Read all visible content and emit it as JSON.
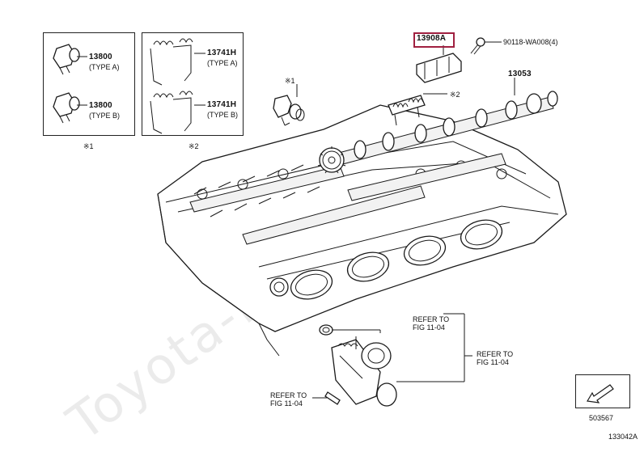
{
  "watermark": "Toyota-Parts.ru",
  "parts": {
    "p13800_a": "13800",
    "p13800_a_type": "(TYPE A)",
    "p13800_b": "13800",
    "p13800_b_type": "(TYPE B)",
    "p13741h_a": "13741H",
    "p13741h_a_type": "(TYPE A)",
    "p13741h_b": "13741H",
    "p13741h_b_type": "(TYPE B)",
    "p13908a": "13908A",
    "p90118": "90118-WA008(4)",
    "p13053": "13053"
  },
  "marks": {
    "box1_ref": "※1",
    "box2_ref": "※2",
    "callout1": "※1",
    "callout2": "※2"
  },
  "refs": {
    "ref_right_1": "REFER TO",
    "ref_right_2": "FIG 11-04",
    "ref_mid_1": "REFER TO",
    "ref_mid_2": "FIG 11-04",
    "ref_bottom_1": "REFER TO",
    "ref_bottom_2": "FIG 11-04"
  },
  "footer": {
    "nav_code": "503567",
    "figure_code": "133042A"
  },
  "colors": {
    "highlight": "#a02040",
    "line": "#1a1a1a"
  }
}
